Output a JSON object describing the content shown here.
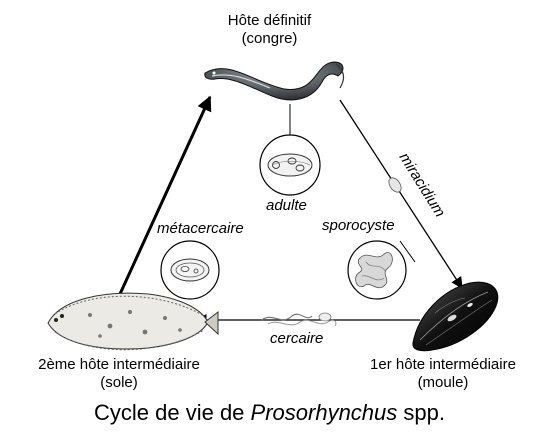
{
  "hosts": {
    "definitive": {
      "line1": "Hôte définitif",
      "line2": "(congre)"
    },
    "first_intermediate": {
      "line1": "1er hôte intermédiaire",
      "line2": "(moule)"
    },
    "second_intermediate": {
      "line1": "2ème hôte intermédiaire",
      "line2": "(sole)"
    }
  },
  "stages": {
    "adult": "adulte",
    "miracidium": "miracidium",
    "sporocyst": "sporocyste",
    "cercaria": "cercaire",
    "metacercaria": "métacercaire"
  },
  "caption": {
    "prefix": "Cycle de vie de ",
    "genus": "Prosorhynchus",
    "suffix": " spp."
  },
  "icons": [
    "eel-icon",
    "mussel-icon",
    "flatfish-icon",
    "adult-fluke-icon",
    "sporocyst-icon",
    "metacercaria-icon",
    "miracidium-icon",
    "cercaria-icon"
  ]
}
